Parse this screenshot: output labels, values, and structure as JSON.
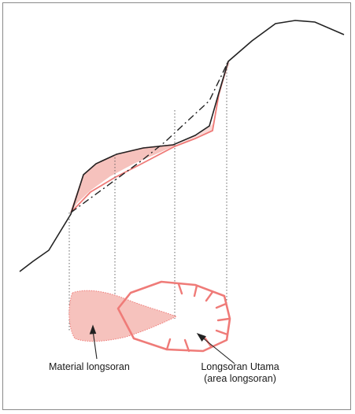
{
  "labels": {
    "material_longsoran": "Material longsoran",
    "longsoran_utama_line1": "Longsoran Utama",
    "longsoran_utama_line2": "(area longsoran)"
  },
  "colors": {
    "terrain": "#222222",
    "slide_outline": "#ef7b78",
    "slide_fill": "#f6c2bd",
    "guide_lines": "#555555",
    "frame": "#8a8a8a"
  }
}
